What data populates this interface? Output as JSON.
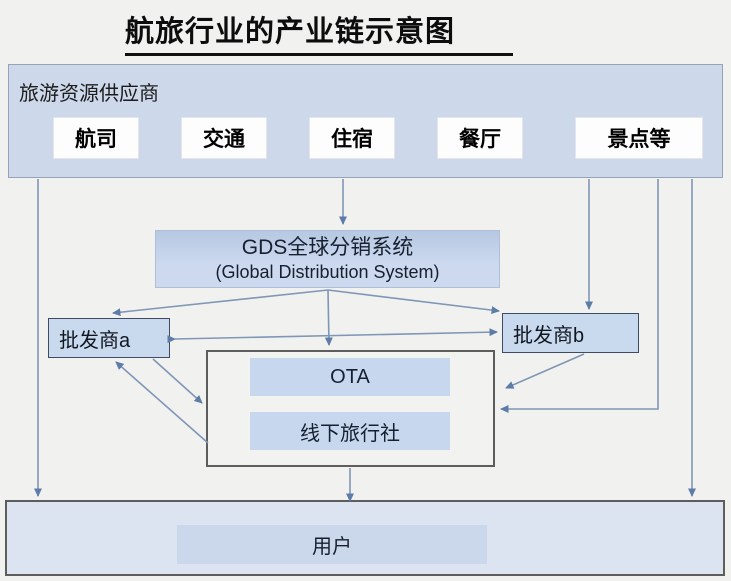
{
  "title": "航旅行业的产业链示意图",
  "suppliers": {
    "label": "旅游资源供应商",
    "items": [
      "航司",
      "交通",
      "住宿",
      "餐厅",
      "景点等"
    ]
  },
  "gds": {
    "name_cn": "GDS全球分销系统",
    "name_en": "(Global Distribution System)"
  },
  "wholesalers": {
    "a": "批发商a",
    "b": "批发商b"
  },
  "agencies": {
    "ota": "OTA",
    "offline": "线下旅行社"
  },
  "user": {
    "label": "用户"
  },
  "colors": {
    "page_background": "#f1f1ef",
    "panel_blue": "#cdd8eb",
    "box_blue": "#c6d7ee",
    "gds_blue": "#bfd0e8",
    "user_panel_blue": "#dce4f2",
    "arrow": "#7f96b6",
    "dark_border": "#5d5d5d"
  },
  "edges": [
    {
      "from": "旅游资源供应商",
      "to": "GDS全球分销系统"
    },
    {
      "from": "旅游资源供应商",
      "to": "用户",
      "side": "left"
    },
    {
      "from": "旅游资源供应商",
      "to": "用户",
      "side": "right"
    },
    {
      "from": "旅游资源供应商",
      "to": "批发商b"
    },
    {
      "from": "旅游资源供应商",
      "to": "线下旅行社/OTA"
    },
    {
      "from": "GDS全球分销系统",
      "to": "批发商a"
    },
    {
      "from": "GDS全球分销系统",
      "to": "OTA/线下旅行社"
    },
    {
      "from": "GDS全球分销系统",
      "to": "批发商b"
    },
    {
      "from": "批发商a",
      "to": "批发商b",
      "bidirectional": true
    },
    {
      "from": "批发商a",
      "to": "OTA/线下旅行社"
    },
    {
      "from": "OTA/线下旅行社",
      "to": "批发商a"
    },
    {
      "from": "批发商b",
      "to": "OTA/线下旅行社"
    },
    {
      "from": "OTA/线下旅行社",
      "to": "用户"
    }
  ]
}
